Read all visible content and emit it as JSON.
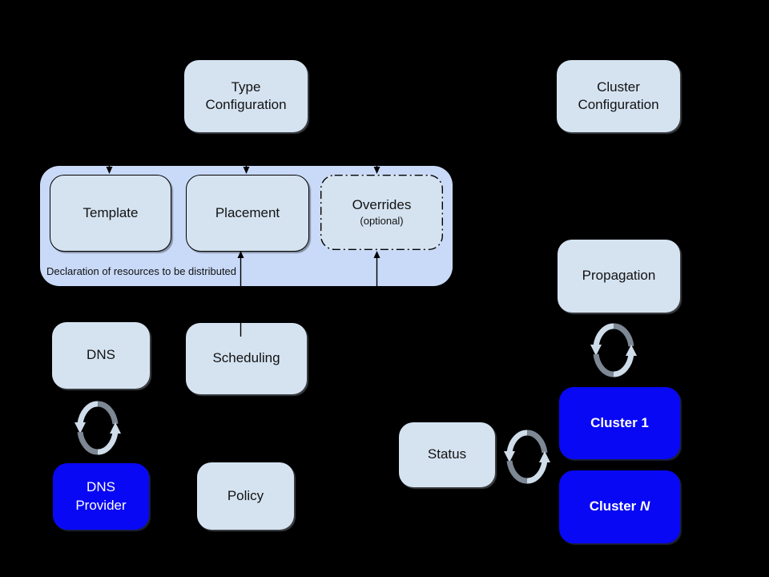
{
  "colors": {
    "background": "#000000",
    "container_fill": "#c9daf8",
    "node_fill": "#d5e3f1",
    "node_border": "#000000",
    "blue_fill": "#0808f5",
    "node_text": "#121212",
    "blue_text": "#ffffff",
    "connector": "#000000",
    "sync_arrow_light": "#cfdce9",
    "sync_arrow_gray": "#7d8894"
  },
  "nodes": {
    "type_config": {
      "label": "Type\nConfiguration"
    },
    "cluster_config": {
      "label": "Cluster\nConfiguration"
    },
    "template": {
      "label": "Template"
    },
    "placement": {
      "label": "Placement"
    },
    "overrides": {
      "label": "Overrides",
      "sublabel": "(optional)"
    },
    "dns": {
      "label": "DNS"
    },
    "scheduling": {
      "label": "Scheduling"
    },
    "propagation": {
      "label": "Propagation"
    },
    "status": {
      "label": "Status"
    },
    "cluster_1": {
      "label": "Cluster 1"
    },
    "cluster_n": {
      "label_prefix": "Cluster ",
      "label_suffix": "N"
    },
    "dns_provider": {
      "label": "DNS\nProvider"
    },
    "policy": {
      "label": "Policy"
    }
  },
  "container": {
    "caption": "Declaration of resources to be distributed"
  },
  "icons": {
    "sync": "sync-arrows-icon"
  }
}
